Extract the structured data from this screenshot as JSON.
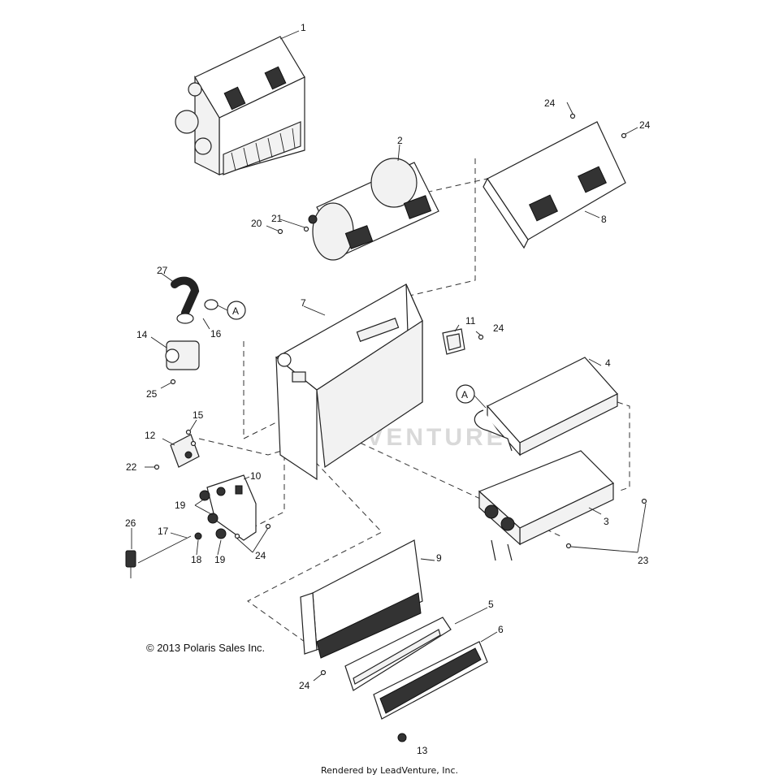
{
  "watermark": "ADVENTURE",
  "copyright": "© 2013 Polaris Sales Inc.",
  "footer": "Rendered by LeadVenture, Inc.",
  "connector_label": "A",
  "callouts": {
    "c1": "1",
    "c2": "2",
    "c3": "3",
    "c4": "4",
    "c5": "5",
    "c6": "6",
    "c7": "7",
    "c8": "8",
    "c9": "9",
    "c10": "10",
    "c11": "11",
    "c12": "12",
    "c13": "13",
    "c14": "14",
    "c15": "15",
    "c16": "16",
    "c17": "17",
    "c18": "18",
    "c19": "19",
    "c20": "20",
    "c21": "21",
    "c22": "22",
    "c23": "23",
    "c24": "24",
    "c25": "25",
    "c26": "26",
    "c27": "27"
  }
}
